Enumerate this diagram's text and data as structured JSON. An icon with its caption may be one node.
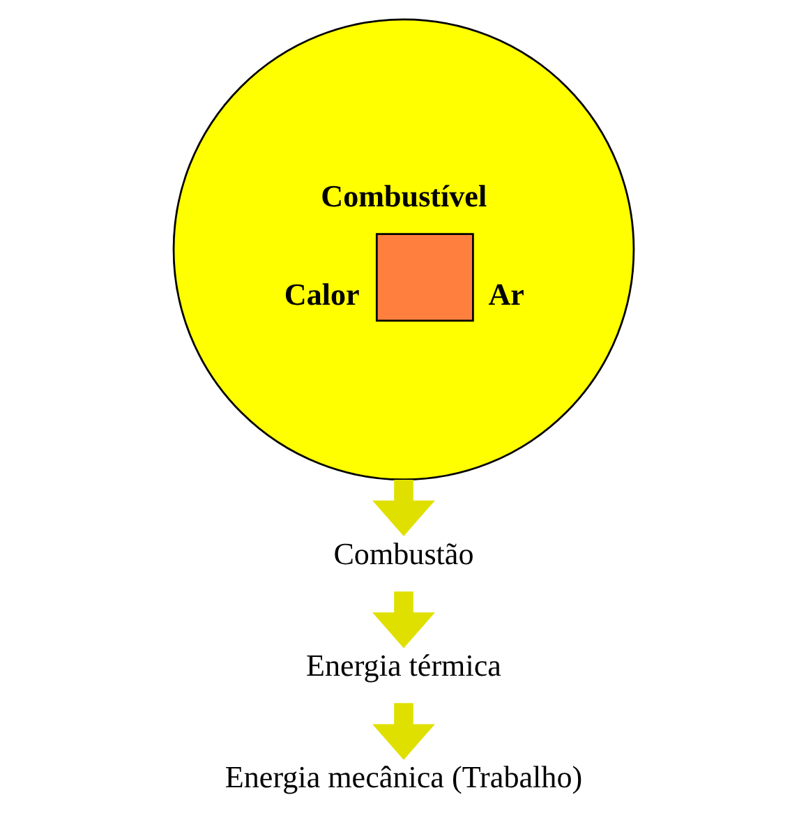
{
  "diagram": {
    "nodes": [
      {
        "text": [
          "Combustível",
          "Calor",
          "Ar"
        ]
      },
      {
        "text": [
          "Combustão"
        ]
      },
      {
        "text": [
          "Energia térmica"
        ]
      },
      {
        "text": [
          "Energia mecânica (Trabalho)"
        ]
      }
    ],
    "edges": [
      {
        "from": 0,
        "to": 1,
        "arrow": "to"
      },
      {
        "from": 1,
        "to": 2,
        "arrow": "to"
      },
      {
        "from": 2,
        "to": 3,
        "arrow": "to"
      }
    ]
  }
}
